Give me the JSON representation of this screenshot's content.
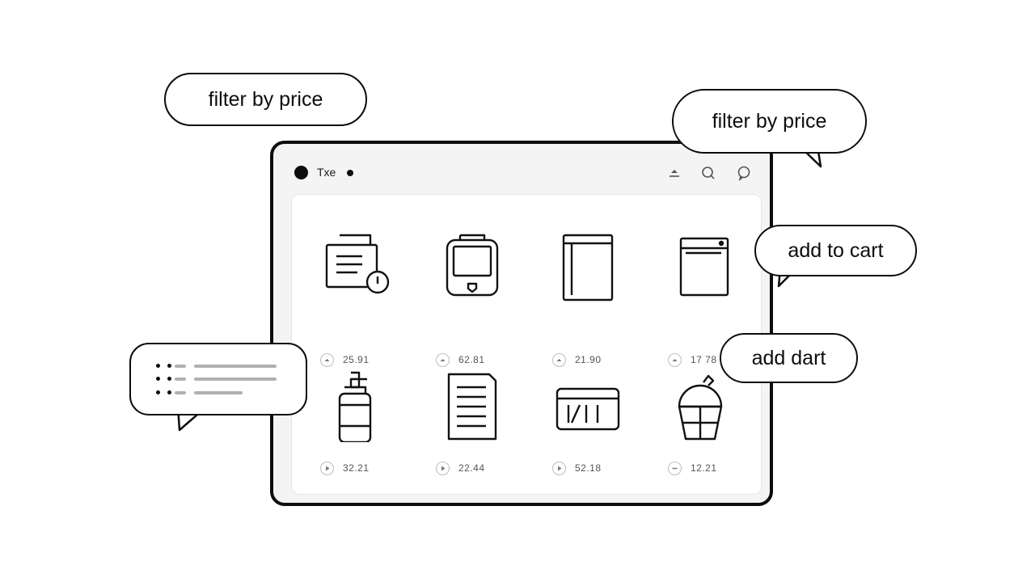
{
  "window": {
    "title": "Txe"
  },
  "toolbar": {
    "icons": [
      "upload-icon",
      "search-icon",
      "chat-icon"
    ]
  },
  "products": [
    {
      "icon": "document-clock-icon",
      "price": "25.91"
    },
    {
      "icon": "device-icon",
      "price": "62.81"
    },
    {
      "icon": "panel-icon",
      "price": "21.90"
    },
    {
      "icon": "cabinet-icon",
      "price": "17 78"
    },
    {
      "icon": "pump-bottle-icon",
      "price": "32.21"
    },
    {
      "icon": "notepad-icon",
      "price": "22.44"
    },
    {
      "icon": "card-icon",
      "price": "52.18"
    },
    {
      "icon": "basket-icon",
      "price": "12.21"
    }
  ],
  "bubbles": {
    "filter_left": "filter by price",
    "filter_right": "filter by price",
    "add_to_cart": "add to cart",
    "add_dart": "add dart"
  }
}
